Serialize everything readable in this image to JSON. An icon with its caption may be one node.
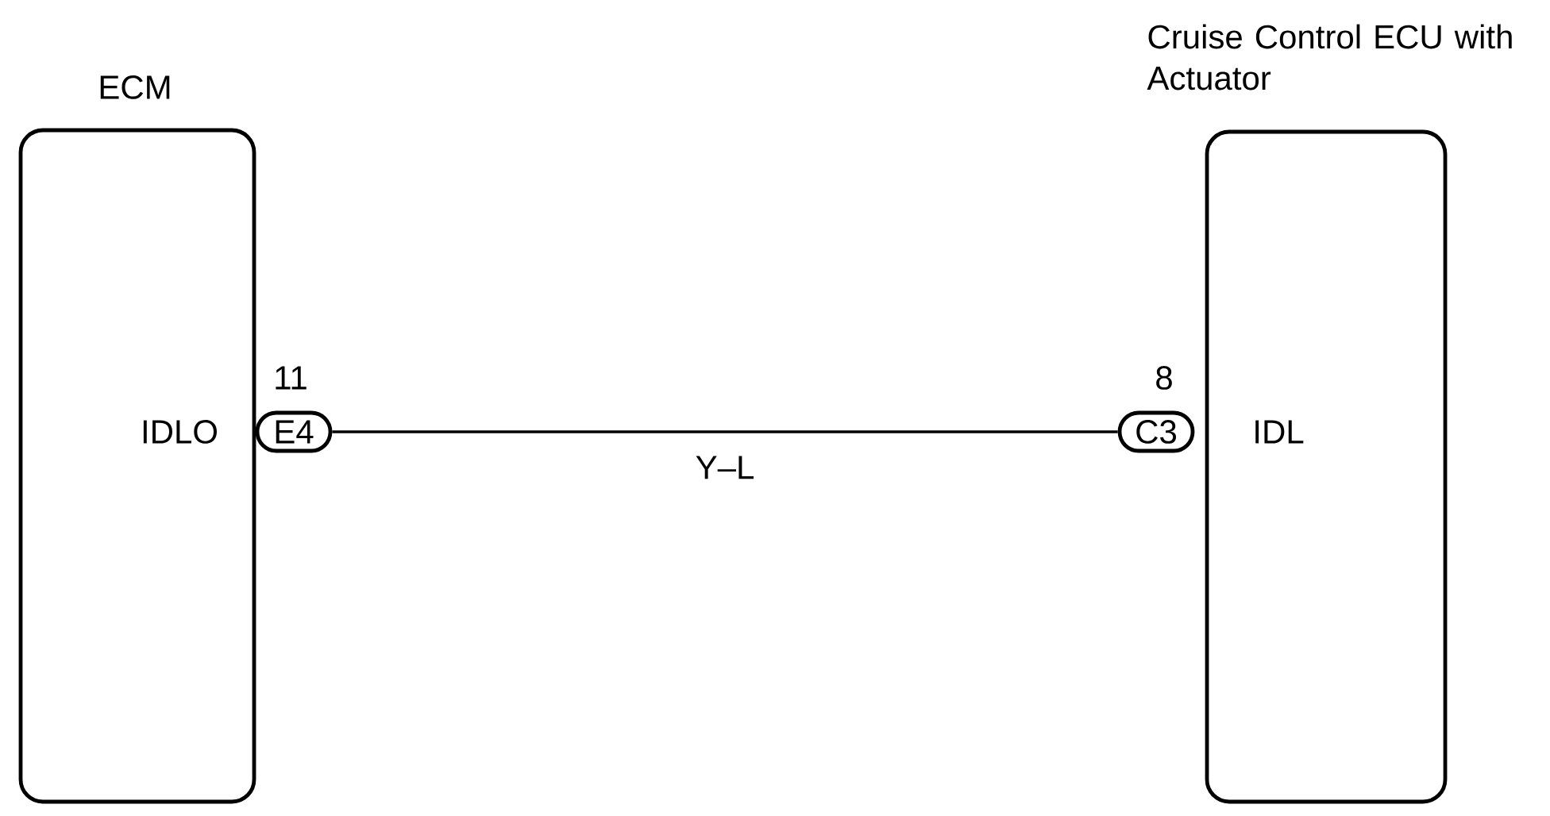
{
  "diagram": {
    "nodes": [
      {
        "text": [
          "ECM",
          "IDLO"
        ]
      },
      {
        "text": [
          "E4"
        ],
        "beside": [
          "11"
        ]
      },
      {
        "text": [
          "C3"
        ],
        "beside": [
          "8"
        ]
      },
      {
        "text": [
          "Cruise Control ECU with Actuator",
          "IDL"
        ]
      }
    ],
    "edges": [
      {
        "from": 1,
        "to": 2,
        "arrow": "none",
        "label": "Y–L"
      }
    ]
  }
}
